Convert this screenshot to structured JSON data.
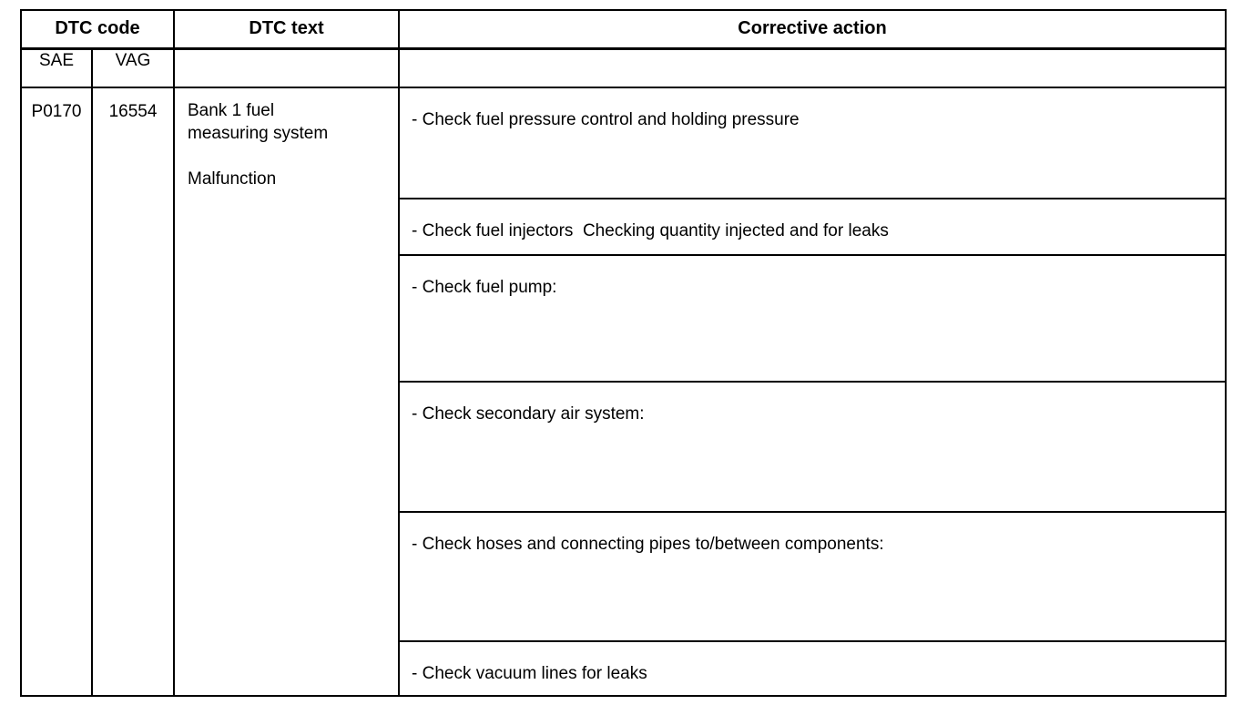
{
  "colors": {
    "background": "#ffffff",
    "border": "#000000",
    "text": "#000000"
  },
  "table": {
    "headers": {
      "dtc_code": "DTC code",
      "dtc_text": "DTC text",
      "corrective_action": "Corrective action"
    },
    "subheaders": {
      "sae": "SAE",
      "vag": "VAG"
    },
    "rows": [
      {
        "sae": "P0170",
        "vag": "16554",
        "dtc_text": "Bank 1 fuel\nmeasuring system\n\nMalfunction",
        "corrective_actions": [
          "- Check fuel pressure control and holding pressure",
          "- Check fuel injectors  Checking quantity injected and for leaks",
          "- Check fuel pump:",
          "- Check secondary air system:",
          "- Check hoses and connecting pipes to/between components:",
          "- Check vacuum lines for leaks"
        ]
      }
    ]
  }
}
